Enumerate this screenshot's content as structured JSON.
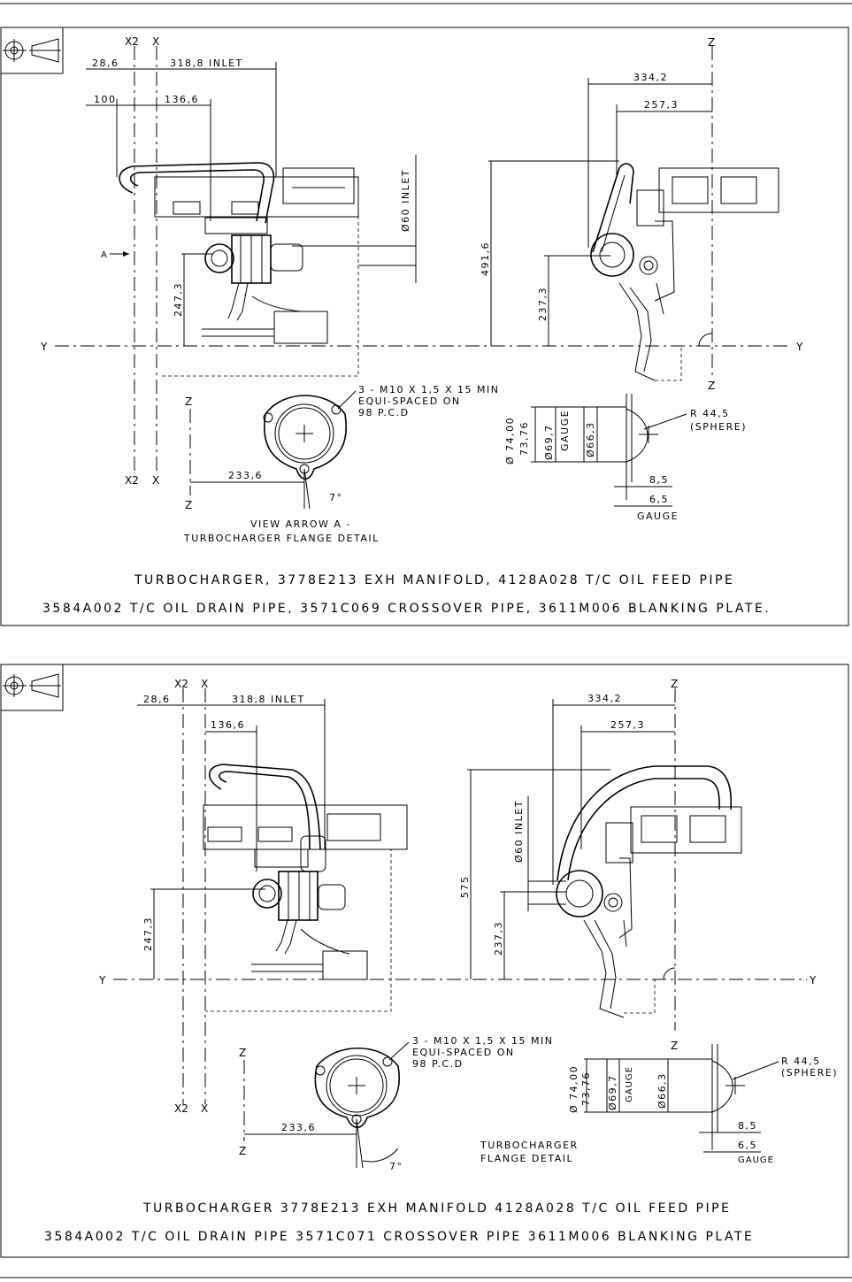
{
  "panels": [
    {
      "axes": {
        "x2": "X2",
        "x": "X",
        "z": "Z",
        "y": "Y"
      },
      "dims": {
        "d_28_6": "28,6",
        "d_318_8": "318,8 INLET",
        "d_100": "100",
        "d_136_6": "136,6",
        "d_334_2": "334,2",
        "d_257_3": "257,3",
        "d_60": "Ø60 INLET",
        "d_491_6": "491,6",
        "d_247_3": "247,3",
        "d_237_3": "237,3",
        "d_233_6": "233,6",
        "d_7deg": "7°",
        "d_74": "Ø 74,00",
        "d_73_76": "73,76",
        "d_69_7": "Ø69,7",
        "d_gauge_v": "GAUGE",
        "d_66_3": "Ø66,3",
        "d_8_5": "8,5",
        "d_6_5": "6,5",
        "d_gauge": "GAUGE",
        "arrow_a": "A"
      },
      "notes": {
        "bolt1": "3 - M10 X 1,5 X 15 MIN",
        "bolt2": "EQUI-SPACED ON",
        "bolt3": "98 P.C.D",
        "r1": "R 44,5",
        "r2": "(SPHERE)",
        "view1": "VIEW ARROW A -",
        "view2": "TURBOCHARGER FLANGE DETAIL"
      },
      "caption": {
        "line1": "TURBOCHARGER, 3778E213 EXH MANIFOLD, 4128A028 T/C OIL FEED PIPE",
        "line2": "3584A002 T/C OIL DRAIN PIPE, 3571C069 CROSSOVER PIPE, 3611M006 BLANKING PLATE."
      }
    },
    {
      "axes": {
        "x2": "X2",
        "x": "X",
        "z": "Z",
        "y": "Y"
      },
      "dims": {
        "d_28_6": "28,6",
        "d_318_8": "318,8 INLET",
        "d_136_6": "136,6",
        "d_334_2": "334,2",
        "d_257_3": "257,3",
        "d_60": "Ø60 INLET",
        "d_575": "575",
        "d_247_3": "247,3",
        "d_237_3": "237,3",
        "d_233_6": "233,6",
        "d_7deg": "7°",
        "d_74": "Ø 74,00",
        "d_73_76": "73,76",
        "d_69_7": "Ø69,7",
        "d_gauge_v": "GAUGE",
        "d_66_3": "Ø66,3",
        "d_8_5": "8,5",
        "d_6_5": "6,5",
        "d_gauge": "GAUGE"
      },
      "notes": {
        "bolt1": "3 - M10 X 1,5 X 15 MIN",
        "bolt2": "EQUI-SPACED ON",
        "bolt3": "98 P.C.D",
        "r1": "R 44,5",
        "r2": "(SPHERE)",
        "view1": "TURBOCHARGER",
        "view2": "FLANGE DETAIL"
      },
      "caption": {
        "line1": "TURBOCHARGER  3778E213 EXH MANIFOLD  4128A028  T/C OIL FEED PIPE",
        "line2": "3584A002 T/C OIL DRAIN PIPE  3571C071 CROSSOVER PIPE  3611M006 BLANKING PLATE"
      }
    }
  ]
}
